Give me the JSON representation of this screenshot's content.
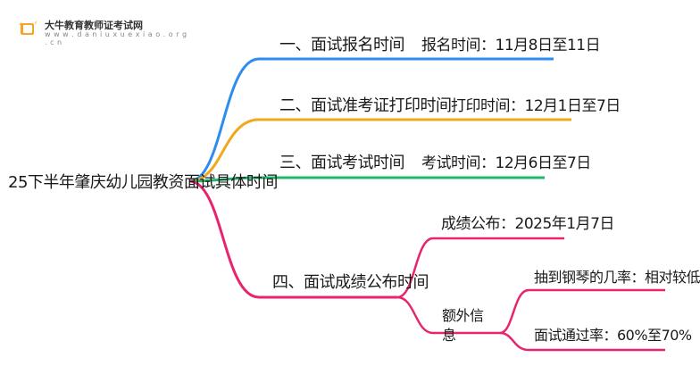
{
  "logo": {
    "name": "大牛教育教师证考试网",
    "url": "w w w . d a n i u x u e x i a o . o r g . c n"
  },
  "mindmap": {
    "root": "25下半年肇庆幼儿园教资面试具体时间",
    "branches": [
      {
        "label": "一、面试报名时间",
        "detail": "报名时间：11月8日至11日",
        "color": "#2d8cf0"
      },
      {
        "label": "二、面试准考证打印时间",
        "detail": "打印时间：12月1日至7日",
        "color": "#f0a81c"
      },
      {
        "label": "三、面试考试时间",
        "detail": "考试时间：12月6日至7日",
        "color": "#1fb86a"
      },
      {
        "label": "四、面试成绩公布时间",
        "detail": "成绩公布：2025年1月7日",
        "color": "#e8246e",
        "extra": {
          "label": "额外信息",
          "items": [
            "抽到钢琴的几率：相对较低",
            "面试通过率：60%至70%"
          ]
        }
      }
    ]
  }
}
